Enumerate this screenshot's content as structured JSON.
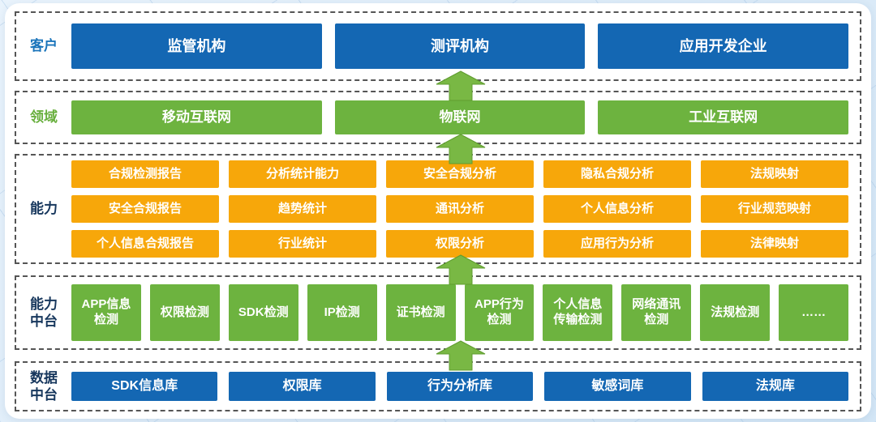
{
  "colors": {
    "page_bg": "#e3eef9",
    "blue": "#1467b3",
    "green": "#6db33f",
    "orange": "#f7a70a",
    "arrow": "#79b844",
    "border": "#555555",
    "label_customer": "#1b75bb",
    "label_domain": "#68af3d",
    "label_dark": "#17375d"
  },
  "layers": {
    "customer": {
      "label": "客户",
      "items": [
        "监管机构",
        "测评机构",
        "应用开发企业"
      ]
    },
    "domain": {
      "label": "领域",
      "items": [
        "移动互联网",
        "物联网",
        "工业互联网"
      ]
    },
    "capability": {
      "label": "能力",
      "rows": [
        [
          "合规检测报告",
          "分析统计能力",
          "安全合规分析",
          "隐私合规分析",
          "法规映射"
        ],
        [
          "安全合规报告",
          "趋势统计",
          "通讯分析",
          "个人信息分析",
          "行业规范映射"
        ],
        [
          "个人信息合规报告",
          "行业统计",
          "权限分析",
          "应用行为分析",
          "法律映射"
        ]
      ]
    },
    "capability_platform": {
      "label": "能力中台",
      "items": [
        "APP信息检测",
        "权限检测",
        "SDK检测",
        "IP检测",
        "证书检测",
        "APP行为检测",
        "个人信息传输检测",
        "网络通讯检测",
        "法规检测",
        "……"
      ]
    },
    "data_platform": {
      "label": "数据中台",
      "items": [
        "SDK信息库",
        "权限库",
        "行为分析库",
        "敏感词库",
        "法规库"
      ]
    }
  }
}
